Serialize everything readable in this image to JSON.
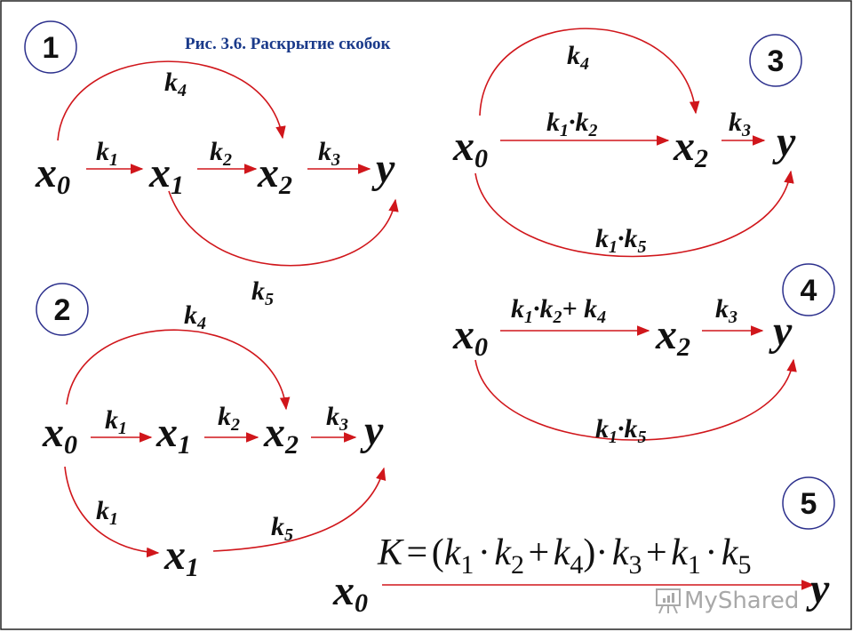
{
  "title": "Рис. 3.6. Раскрытие скобок",
  "colors": {
    "arrow": "#d0161b",
    "circle": "#2b2f8c",
    "title": "#1a3a8a"
  },
  "panels": {
    "p1": {
      "number": "1",
      "x0": {
        "main": "x",
        "sub": "0"
      },
      "x1": {
        "main": "x",
        "sub": "1"
      },
      "x2": {
        "main": "x",
        "sub": "2"
      },
      "y": "y",
      "k1": [
        "k",
        "1"
      ],
      "k2": [
        "k",
        "2"
      ],
      "k3": [
        "k",
        "3"
      ],
      "k4": [
        "k",
        "4"
      ],
      "k5": [
        "k",
        "5"
      ]
    },
    "p2": {
      "number": "2",
      "x0": {
        "main": "x",
        "sub": "0"
      },
      "x1": {
        "main": "x",
        "sub": "1"
      },
      "x2": {
        "main": "x",
        "sub": "2"
      },
      "x1b": {
        "main": "x",
        "sub": "1"
      },
      "y": "y",
      "k1": [
        "k",
        "1"
      ],
      "k2": [
        "k",
        "2"
      ],
      "k3": [
        "k",
        "3"
      ],
      "k4": [
        "k",
        "4"
      ],
      "k1b": [
        "k",
        "1"
      ],
      "k5": [
        "k",
        "5"
      ]
    },
    "p3": {
      "number": "3",
      "x0": {
        "main": "x",
        "sub": "0"
      },
      "x2": {
        "main": "x",
        "sub": "2"
      },
      "y": "y",
      "k4": [
        "k",
        "4"
      ],
      "k1k2": [
        "k",
        "1",
        "·k",
        "2"
      ],
      "k3": [
        "k",
        "3"
      ],
      "k1k5": [
        "k",
        "1",
        "·k",
        "5"
      ]
    },
    "p4": {
      "number": "4",
      "x0": {
        "main": "x",
        "sub": "0"
      },
      "x2": {
        "main": "x",
        "sub": "2"
      },
      "y": "y",
      "k1k2k4": [
        "k",
        "1",
        "·k",
        "2",
        "+ k",
        "4"
      ],
      "k3": [
        "k",
        "3"
      ],
      "k1k5": [
        "k",
        "1",
        "·k",
        "5"
      ]
    },
    "p5": {
      "number": "5",
      "x0": {
        "main": "x",
        "sub": "0"
      },
      "y": "y",
      "formula": {
        "K": "K",
        "eq": " = (",
        "k1": "k",
        "s1": "1",
        "dot1": " · ",
        "k2": "k",
        "s2": "2",
        "plus1": " + ",
        "k4": "k",
        "s4": "4",
        "close": ")· ",
        "k3": "k",
        "s3": "3",
        "plus2": " + ",
        "k1b": "k",
        "s1b": "1",
        "dot2": " · ",
        "k5": "k",
        "s5": "5"
      }
    }
  },
  "watermark": "MyShared"
}
